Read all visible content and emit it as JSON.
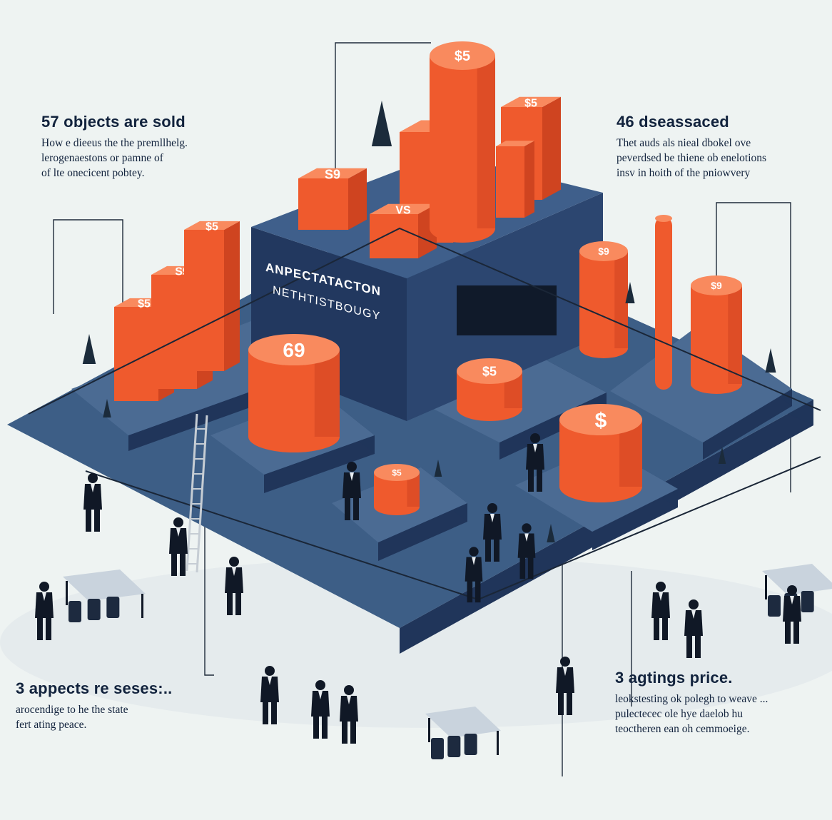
{
  "callouts": {
    "top_left": {
      "heading": "57 objects are sold",
      "lines": [
        "How e dieeus the the premllhelg.",
        "lerogenaestons or pamne of",
        "of lte onecicent pobtey."
      ]
    },
    "top_right": {
      "heading": "46 dseassaced",
      "lines": [
        "Thet auds als nieal dbokel ove",
        "peverdsed be thiene ob enelotions",
        "insv in hoith of the pniowvery"
      ]
    },
    "bottom_left": {
      "heading": "3 appects re seses:..",
      "lines": [
        "arocendige to he the state",
        "fert ating peace."
      ]
    },
    "bottom_right": {
      "heading": "3 agtings price.",
      "lines": [
        "leokstesting ok polegh to weave ...",
        "pulectecec ole hye daelob hu",
        "teoctheren ean oh cemmoeige."
      ]
    }
  },
  "building": {
    "line1": "ANPECTATACTON",
    "line2": "NETHTISTBOUGY"
  },
  "token_labels": {
    "large_drum": "69",
    "pillar_c1": "$5",
    "pillar_c2": "S9",
    "pillar_c3": "$5",
    "roof_block1": "S9",
    "roof_block2": "$5",
    "roof_block3": "VS",
    "roof_drum": "$5",
    "roof_block4": "$5",
    "right_drum": "$9",
    "far_right_drum": "$9",
    "mid_drum": "$5",
    "small_drum": "$5",
    "dollar_drum": "$"
  },
  "colors": {
    "background": "#eef3f2",
    "platform_top": "#3d5e86",
    "platform_side": "#20355a",
    "building": "#22385f",
    "orange": "#ef5a2d",
    "orange_dark": "#cf4420",
    "orange_top": "#f98a5e",
    "figure": "#101826",
    "text": "#12233d"
  }
}
